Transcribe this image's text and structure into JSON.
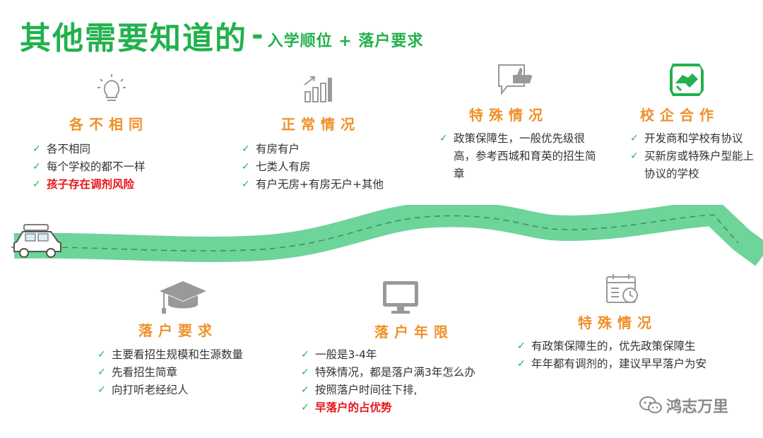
{
  "title": {
    "main": "其他需要知道的",
    "dash": "-",
    "sub": "入学顺位 + 落户要求"
  },
  "top_sections": [
    {
      "icon": "lightbulb-icon",
      "heading": "各不相同",
      "items": [
        "各不相同",
        "每个学校的都不一样",
        "孩子存在调剂风险"
      ]
    },
    {
      "icon": "bar-chart-icon",
      "heading": "正常情况",
      "items": [
        "有房有户",
        "七类人有房",
        "有户无房+有房无户+其他"
      ]
    },
    {
      "icon": "thumbs-up-icon",
      "heading": "特殊情况",
      "items": [
        "政策保障生，一般优先级很高，参考西城和育英的招生简章"
      ]
    },
    {
      "icon": "handshake-icon",
      "heading": "校企合作",
      "items": [
        "开发商和学校有协议",
        "买新房或特殊户型能上协议的学校"
      ]
    }
  ],
  "bottom_sections": [
    {
      "icon": "graduation-cap-icon",
      "heading": "落户要求",
      "items": [
        "主要看招生规模和生源数量",
        "先看招生简章",
        "向打听老经纪人"
      ]
    },
    {
      "icon": "monitor-icon",
      "heading": "落户年限",
      "items": [
        "一般是3-4年",
        "特殊情况，都是落户满3年怎么办",
        "按照落户时间往下排,",
        "早落户的占优势"
      ]
    },
    {
      "icon": "calendar-clock-icon",
      "heading": "特殊情况",
      "items": [
        "有政策保障生的，优先政策保障生",
        "年年都有调剂的，建议早早落户为安"
      ]
    }
  ],
  "watermark": {
    "icon": "wechat-icon",
    "text": "鸿志万里"
  },
  "colors": {
    "green": "#22b14c",
    "orange": "#f0902a",
    "red": "#e8141a",
    "road": "#6dd49a"
  }
}
